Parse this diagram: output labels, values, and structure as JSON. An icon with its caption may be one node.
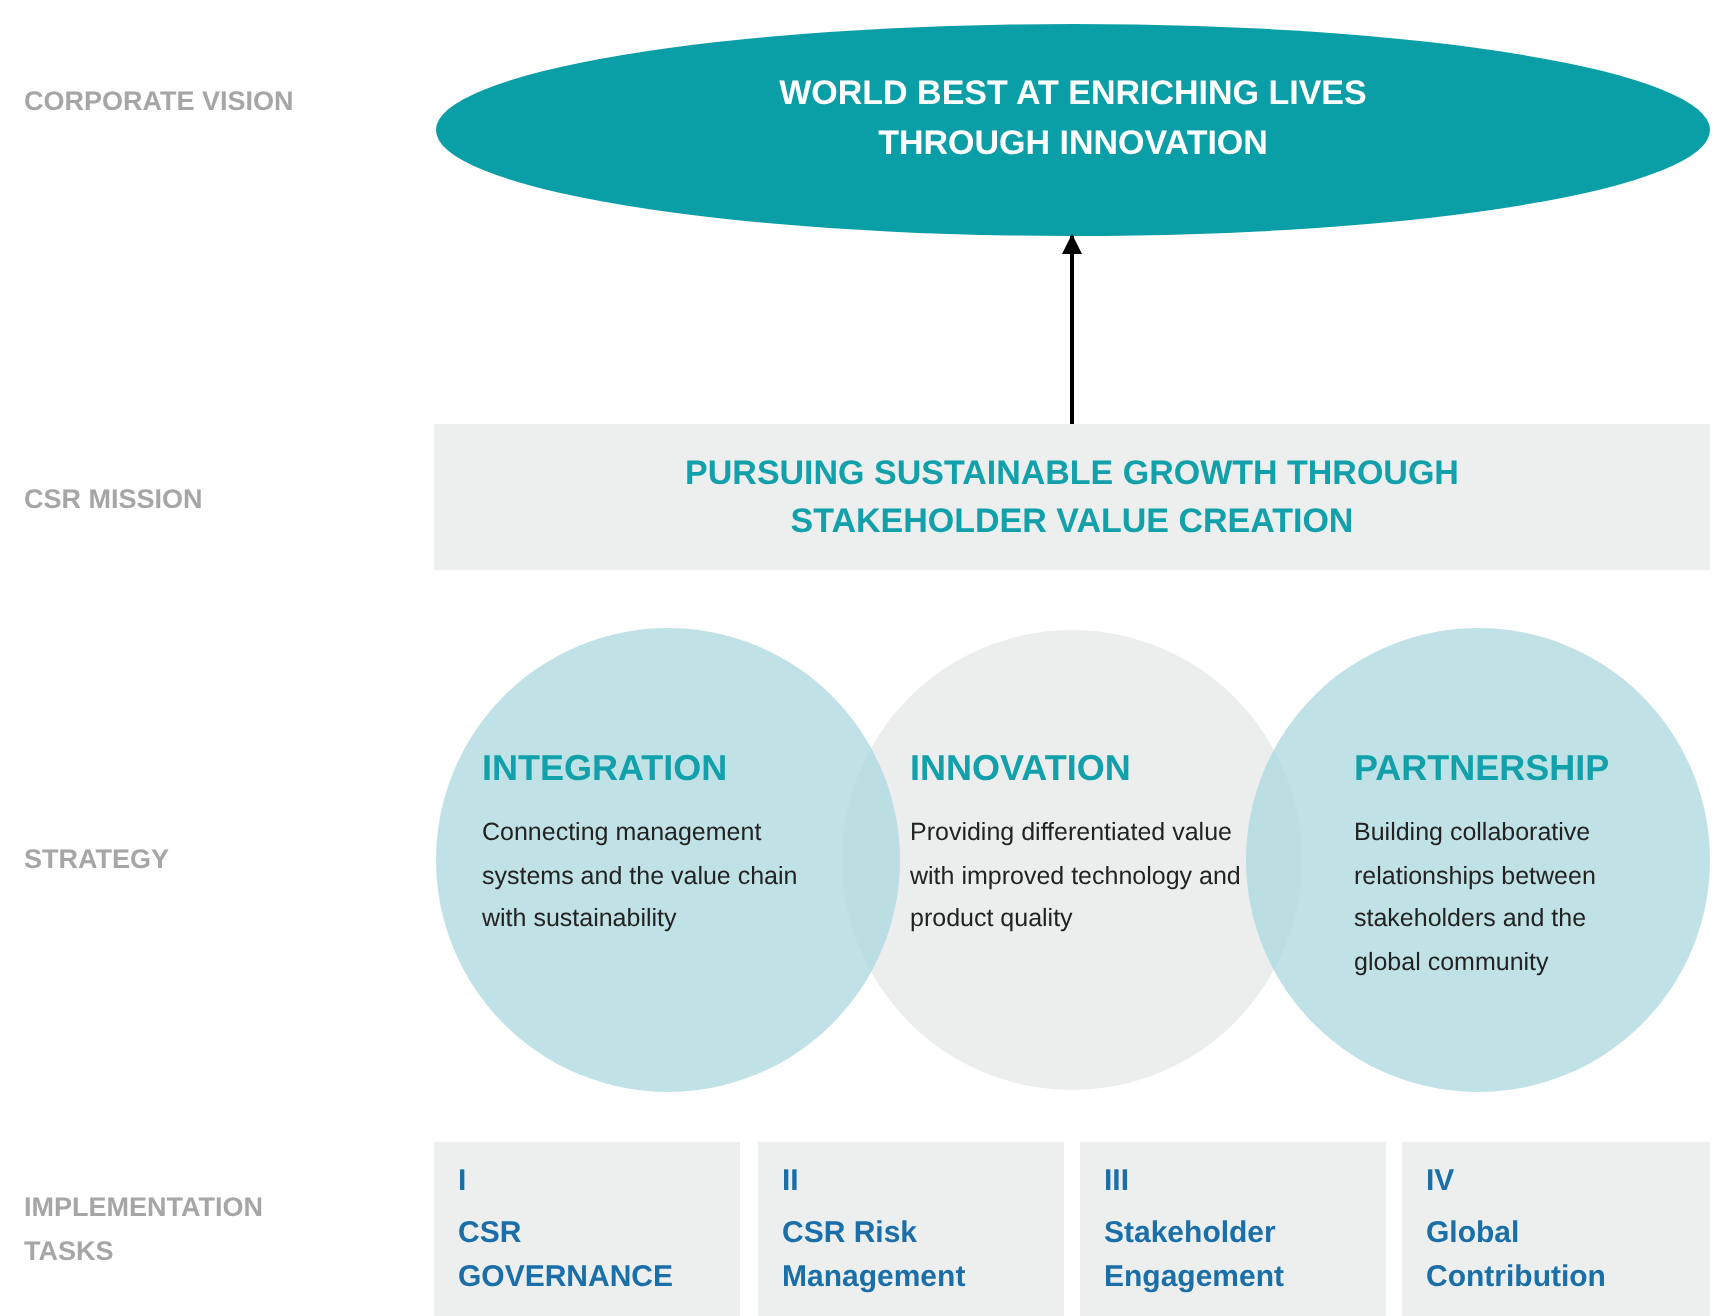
{
  "diagram": {
    "nodes": [
      {
        "text": [
          "WORLD BEST AT ENRICHING LIVES THROUGH INNOVATION"
        ]
      },
      {
        "text": [
          "PURSUING SUSTAINABLE GROWTH THROUGH STAKEHOLDER VALUE CREATION"
        ]
      },
      {
        "text": [
          "INTEGRATION",
          "Connecting management systems and the value chain with sustainability"
        ]
      },
      {
        "text": [
          "INNOVATION",
          "Providing differentiated value with improved technology and product quality"
        ]
      },
      {
        "text": [
          "PARTNERSHIP",
          "Building collaborative relationships between stakeholders and the global community"
        ]
      },
      {
        "text": [
          "I",
          "CSR GOVERNANCE"
        ]
      },
      {
        "text": [
          "II",
          "CSR Risk Management"
        ]
      },
      {
        "text": [
          "III",
          "Stakeholder Engagement"
        ]
      },
      {
        "text": [
          "IV",
          "Global Contribution"
        ]
      }
    ],
    "edges": [
      {
        "from": 1,
        "to": 0,
        "arrow": "to"
      }
    ],
    "labels": [
      "CORPORATE VISION",
      "CSR MISSION",
      "STRATEGY",
      "IMPLEMENTATION TASKS"
    ]
  }
}
